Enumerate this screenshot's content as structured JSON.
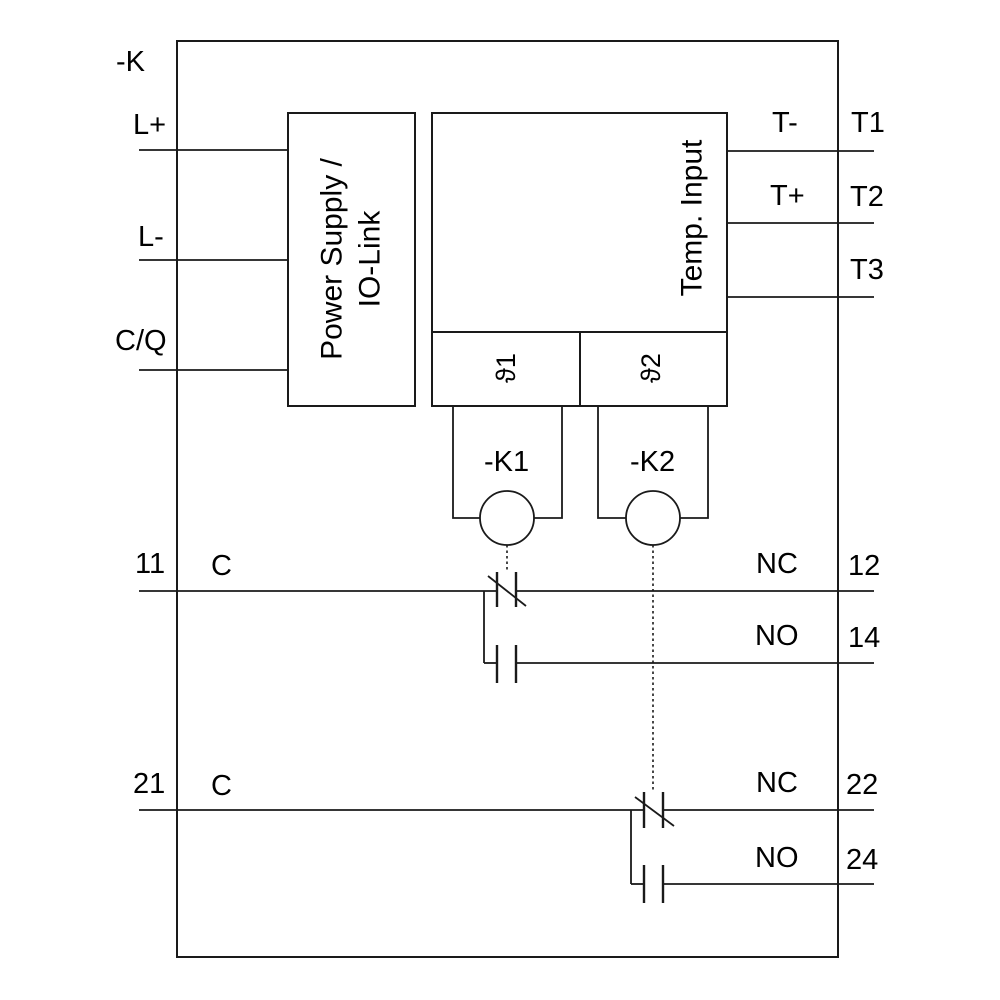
{
  "diagram": {
    "title_hint": "temperature monitoring relay wiring diagram",
    "device_label": "-K",
    "supply": {
      "l_plus": "L+",
      "l_minus": "L-",
      "cq": "C/Q"
    },
    "block": {
      "power_supply_line1": "Power Supply /",
      "power_supply_line2": "IO-Link",
      "temp_input": "Temp. Input",
      "theta1": "ϑ1",
      "theta2": "ϑ2"
    },
    "temp_terminals": {
      "t_minus": "T-",
      "t_plus": "T+",
      "t1": "T1",
      "t2": "T2",
      "t3": "T3"
    },
    "relays": {
      "k1": "-K1",
      "k2": "-K2"
    },
    "contacts": {
      "row1": {
        "common_terminal": "11",
        "common_label": "C",
        "nc_label": "NC",
        "nc_terminal": "12",
        "no_label": "NO",
        "no_terminal": "14"
      },
      "row2": {
        "common_terminal": "21",
        "common_label": "C",
        "nc_label": "NC",
        "nc_terminal": "22",
        "no_label": "NO",
        "no_terminal": "24"
      }
    },
    "colors": {
      "line": "#1a1a1a",
      "text": "#000000",
      "background": "#ffffff"
    }
  }
}
